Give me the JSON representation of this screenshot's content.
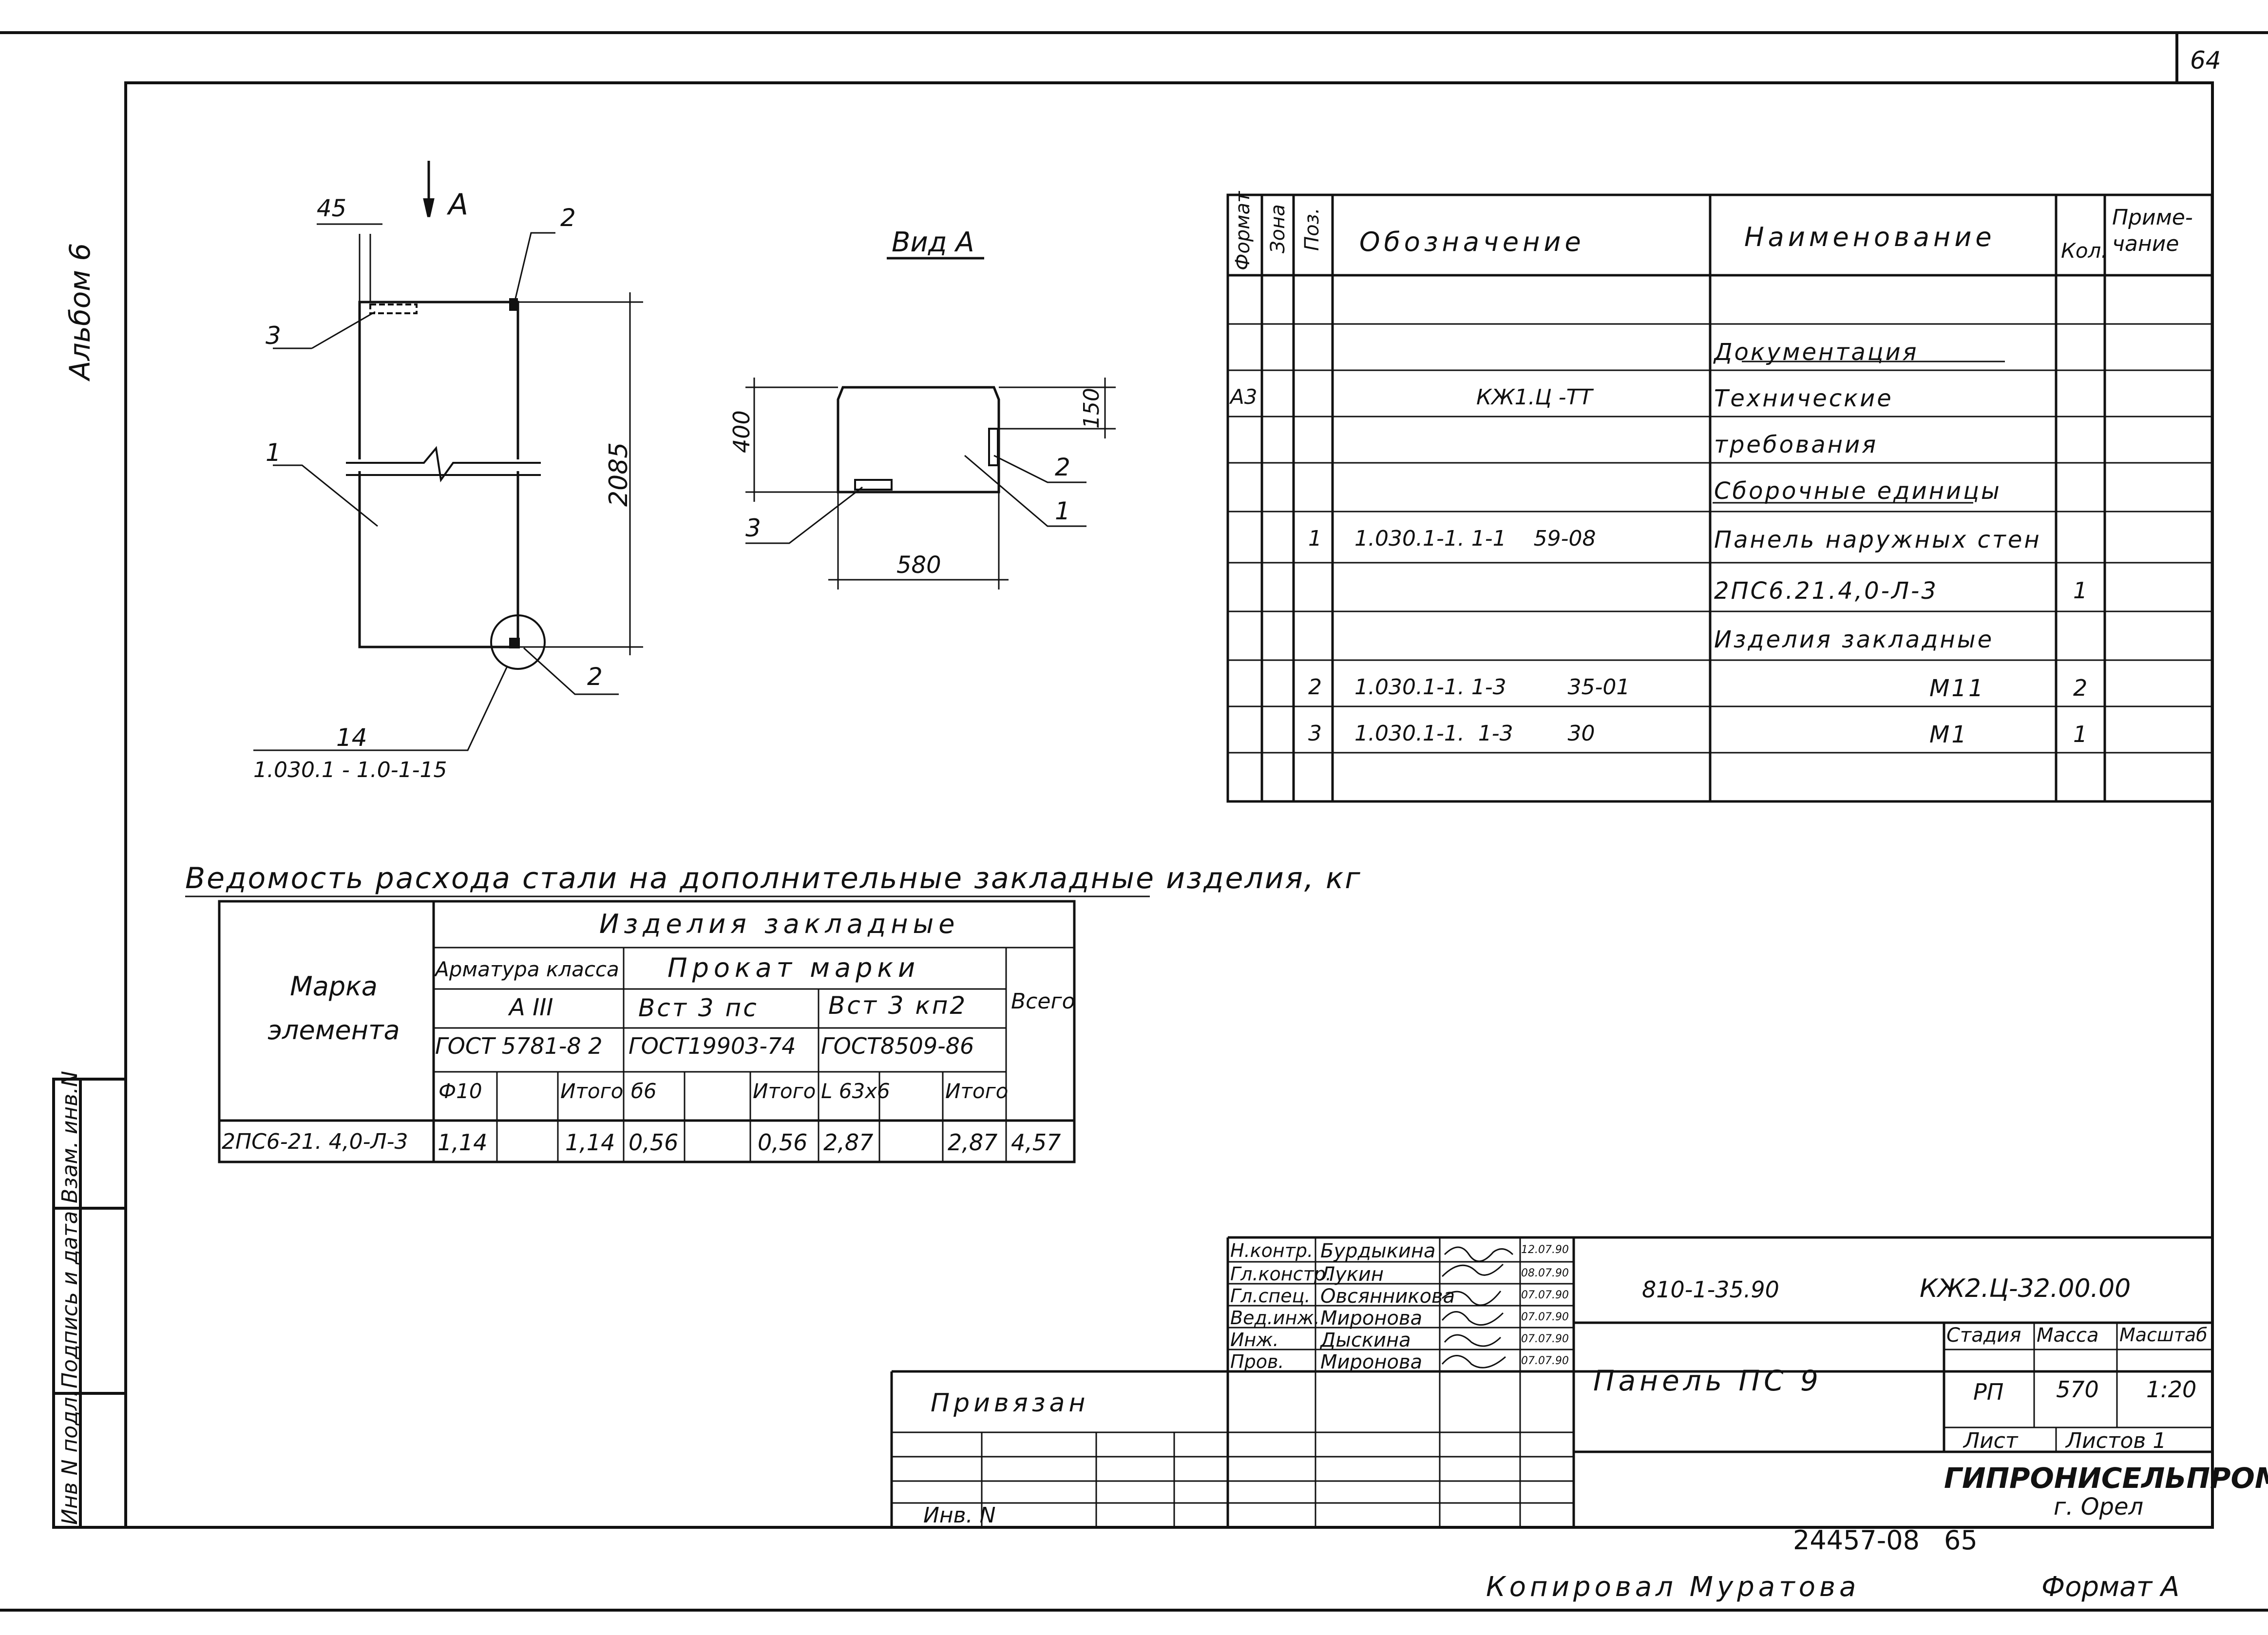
{
  "page_number": "64",
  "album_label": "Альбом 6",
  "drawing": {
    "dim_45": "45",
    "arrow_a": "А",
    "callout_2_top": "2",
    "callout_3": "3",
    "callout_1": "1",
    "dim_2085": "2085",
    "callout_2_bottom": "2",
    "node_14": "14",
    "node_ref": "1.030.1 - 1.0-1-15"
  },
  "view_a": {
    "title": "Вид А",
    "dim_400": "400",
    "dim_150": "150",
    "callout_2": "2",
    "callout_1": "1",
    "callout_3": "3",
    "dim_580": "580"
  },
  "spec": {
    "headers": {
      "format": "Формат",
      "zone": "Зона",
      "pos": "Поз.",
      "designation": "Обозначение",
      "name": "Наименование",
      "qty": "Кол.",
      "note": "Приме-\nчание"
    },
    "rows": [
      {
        "format": "",
        "pos": "",
        "designation": "",
        "name": "",
        "qty": ""
      },
      {
        "format": "",
        "pos": "",
        "designation": "",
        "name": "Документация",
        "qty": ""
      },
      {
        "format": "А3",
        "pos": "",
        "designation": "КЖ1.Ц -ТТ",
        "name": "Технические",
        "qty": ""
      },
      {
        "format": "",
        "pos": "",
        "designation": "",
        "name": "требования",
        "qty": ""
      },
      {
        "format": "",
        "pos": "",
        "designation": "",
        "name": "Сборочные единицы",
        "qty": ""
      },
      {
        "format": "",
        "pos": "1",
        "designation": "1.030.1-1. 1-1    59-08",
        "name": "Панель наружных стен",
        "qty": ""
      },
      {
        "format": "",
        "pos": "",
        "designation": "",
        "name": "2ПС6.21.4,0-Л-3",
        "qty": "1"
      },
      {
        "format": "",
        "pos": "",
        "designation": "",
        "name": "Изделия закладные",
        "qty": ""
      },
      {
        "format": "",
        "pos": "2",
        "designation": "1.030.1-1. 1-3         35-01",
        "name": "М11",
        "qty": "2"
      },
      {
        "format": "",
        "pos": "3",
        "designation": "1.030.1-1.  1-3        30",
        "name": "М1",
        "qty": "1"
      },
      {
        "format": "",
        "pos": "",
        "designation": "",
        "name": "",
        "qty": ""
      }
    ]
  },
  "steel": {
    "title": "Ведомость расхода стали на дополнительные закладные изделия, кг",
    "h_items": "Изделия закладные",
    "h_mark": "Марка\nэлемента",
    "h_rebar": "Арматура класса",
    "h_rolled": "Прокат марки",
    "h_total": "Всего",
    "h_a3": "А III",
    "h_vst3ps": "Вст 3 пс",
    "h_vst3kp2": "Вст 3 кп2",
    "h_gost1": "ГОСТ 5781-8 2",
    "h_gost2": "ГОСТ19903-74",
    "h_gost3": "ГОСТ8509-86",
    "sub": [
      "Ф10",
      "",
      "Итого",
      "б6",
      "",
      "Итого",
      "L 63x6",
      "",
      "Итого"
    ],
    "row": [
      "2ПС6-21. 4,0-Л-3",
      "1,14",
      "",
      "1,14",
      "0,56",
      "",
      "0,56",
      "2,87",
      "",
      "2,87",
      "4,57"
    ]
  },
  "stamp": {
    "roles": [
      "Н.контр.",
      "Гл.констр.",
      "Гл.спец.",
      "Вед.инж.",
      "Инж.",
      "Пров."
    ],
    "names": [
      "Бурдыкина",
      "Лукин",
      "Овсянникова",
      "Миронова",
      "Дыскина",
      "Миронова"
    ],
    "dates": [
      "12.07.90",
      "08.07.90",
      "07.07.90",
      "07.07.90",
      "07.07.90",
      "07.07.90"
    ],
    "series": "810-1-35.90",
    "code": "КЖ2.Ц-32.00.00",
    "title": "Панель ПС 9",
    "stage_h": "Стадия",
    "mass_h": "Масса",
    "scale_h": "Масштаб",
    "stage": "РП",
    "mass": "570",
    "scale": "1:20",
    "sheet_h": "Лист",
    "sheets_h": "Листов 1",
    "org": "ГИПРОНИСЕЛЬПРОМ",
    "city": "г. Орел"
  },
  "privyazan": {
    "label": "Привязан",
    "inv": "Инв. N"
  },
  "side_stamp": [
    "Инв N подл.",
    "Подпись и дата",
    "Взам. инв.N"
  ],
  "bottom": {
    "number": "24457-08",
    "page": "65",
    "copied": "Копировал Муратова",
    "format": "Формат А"
  }
}
